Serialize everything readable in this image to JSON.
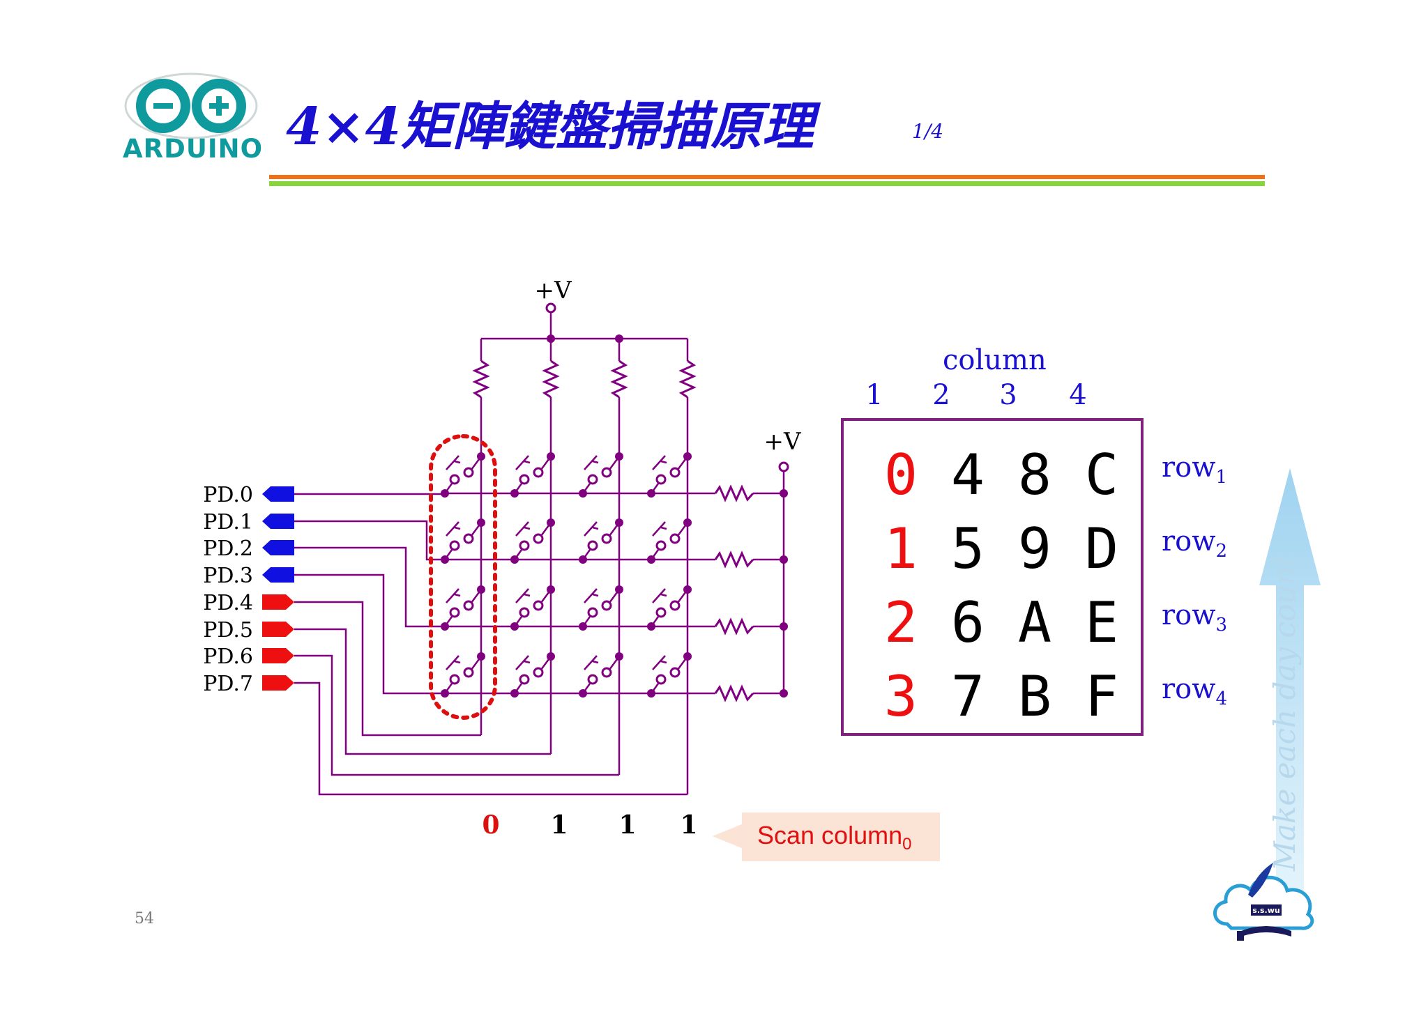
{
  "header": {
    "logo_text": "ARDUINO",
    "title": "4×4矩陣鍵盤掃描原理",
    "page_fraction": "1/4"
  },
  "slide_number": "54",
  "circuit": {
    "supply_label": "+V",
    "pins": [
      "PD.0",
      "PD.1",
      "PD.2",
      "PD.3",
      "PD.4",
      "PD.5",
      "PD.6",
      "PD.7"
    ],
    "pin_colors": [
      "#1010e0",
      "#1010e0",
      "#1010e0",
      "#1010e0",
      "#ee1010",
      "#ee1010",
      "#ee1010",
      "#ee1010"
    ],
    "scan_bits": [
      "0",
      "1",
      "1",
      "1"
    ],
    "scan_bit_colors": [
      "#dd1010",
      "#000000",
      "#000000",
      "#000000"
    ],
    "wire_color": "#800080",
    "highlight_color": "#dd1010"
  },
  "keypad": {
    "title": "column",
    "columns": [
      "1",
      "2",
      "3",
      "4"
    ],
    "rows": [
      {
        "label": "row",
        "sub": "1",
        "keys": [
          "0",
          "4",
          "8",
          "C"
        ]
      },
      {
        "label": "row",
        "sub": "2",
        "keys": [
          "1",
          "5",
          "9",
          "D"
        ]
      },
      {
        "label": "row",
        "sub": "3",
        "keys": [
          "2",
          "6",
          "A",
          "E"
        ]
      },
      {
        "label": "row",
        "sub": "4",
        "keys": [
          "3",
          "7",
          "B",
          "F"
        ]
      }
    ],
    "highlight_key_color": "#ee1010"
  },
  "callout": {
    "text": "Scan column",
    "sub": "0"
  },
  "watermark": {
    "text": "Make each day count",
    "brand": "s.s.wu"
  }
}
